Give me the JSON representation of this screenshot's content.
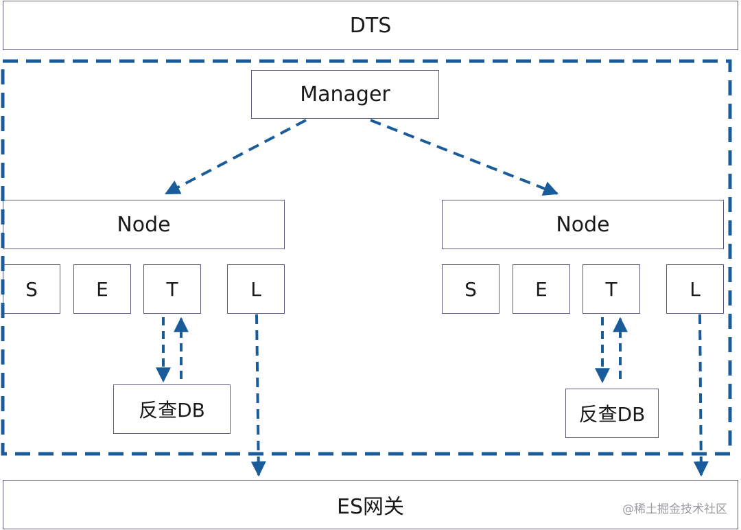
{
  "dts": {
    "label": "DTS"
  },
  "manager": {
    "label": "Manager"
  },
  "nodes": [
    {
      "label": "Node",
      "steps": [
        "S",
        "E",
        "T",
        "L"
      ],
      "db_label": "反查DB"
    },
    {
      "label": "Node",
      "steps": [
        "S",
        "E",
        "T",
        "L"
      ],
      "db_label": "反查DB"
    }
  ],
  "gateway": {
    "label": "ES网关"
  },
  "watermark": "@稀土掘金技术社区",
  "colors": {
    "arrow": "#1a5c99",
    "border": "#5a5a78"
  }
}
